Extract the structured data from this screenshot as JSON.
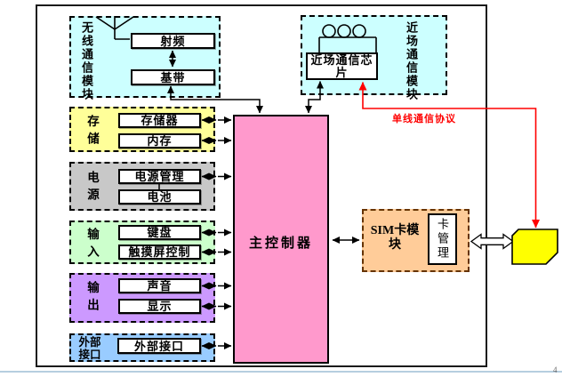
{
  "page": {
    "number": "4"
  },
  "colors": {
    "wireless_bg": "#CCFFFF",
    "nfc_bg": "#CCFFFF",
    "storage_bg": "#FFFF99",
    "power_bg": "#C8C8C8",
    "input_bg": "#CCFFCC",
    "output_bg": "#CC99FF",
    "external_bg": "#99CCFF",
    "controller_bg": "#FF99CC",
    "sim_module_bg": "#FFCC99",
    "sim_card_bg": "#FFFF00",
    "protocol_line": "#FF0000"
  },
  "modules": {
    "wireless": {
      "label": "无线通信模块",
      "rf": "射频",
      "baseband": "基带"
    },
    "nfc": {
      "label": "近场通信模块",
      "chip": "近场通信芯片"
    },
    "storage": {
      "label": "存储",
      "memory": "存储器",
      "ram": "内存"
    },
    "power": {
      "label": "电源",
      "management": "电源管理",
      "battery": "电池"
    },
    "input": {
      "label": "输入",
      "keyboard": "键盘",
      "touchscreen": "触摸屏控制"
    },
    "output": {
      "label": "输出",
      "sound": "声音",
      "display": "显示"
    },
    "external": {
      "label": "外部接口",
      "port": "外部接口"
    },
    "controller": {
      "label": "主控制器"
    },
    "sim_module": {
      "label": "SIM卡模块",
      "card_mgmt": "卡管理"
    },
    "sim_card": {
      "label": "SIM卡"
    }
  },
  "annotations": {
    "protocol": "单线通信协议"
  }
}
